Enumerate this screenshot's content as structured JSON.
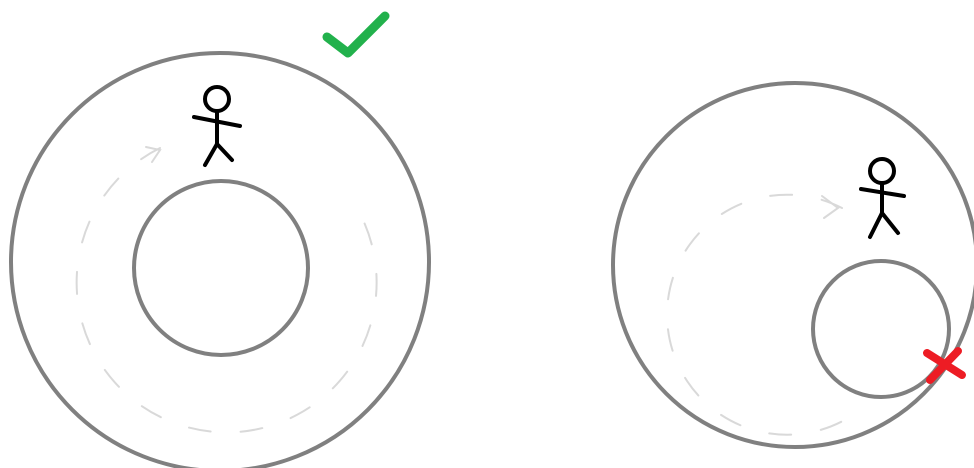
{
  "colors": {
    "background": "#ffffff",
    "ring": "#808080",
    "motion_hint": "#d9d9d9",
    "person": "#000000",
    "valid_mark": "#22b14c",
    "invalid_mark": "#ed1c24"
  },
  "icons": {
    "left_panel_mark": "check-icon",
    "right_panel_mark": "cross-icon",
    "figure": "stick-figure-icon"
  },
  "panels": [
    {
      "label": "",
      "status": "valid",
      "inner_circle": "concentric"
    },
    {
      "label": "",
      "status": "invalid",
      "inner_circle": "offset"
    }
  ]
}
